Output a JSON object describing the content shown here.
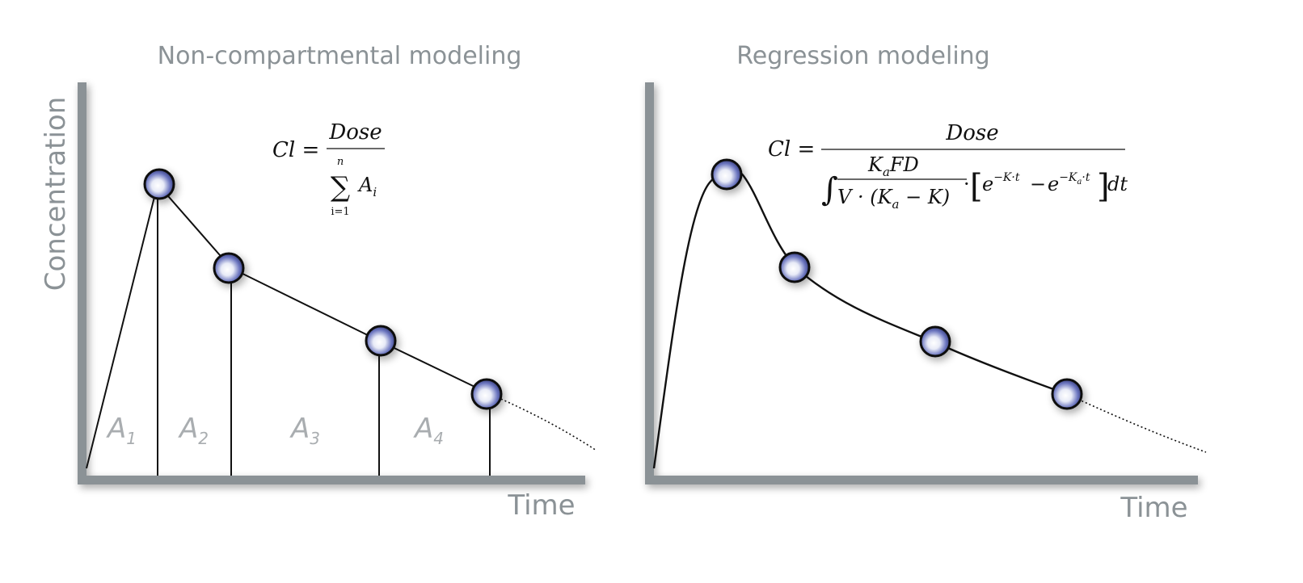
{
  "panels": [
    {
      "title": "Non-compartmental modeling",
      "y_axis_label": "Concentration",
      "x_axis_label": "Time",
      "area_labels": [
        {
          "letter": "A",
          "sub": "1"
        },
        {
          "letter": "A",
          "sub": "2"
        },
        {
          "letter": "A",
          "sub": "3"
        },
        {
          "letter": "A",
          "sub": "4"
        }
      ],
      "formula": {
        "lhs": "Cl =",
        "numerator": "Dose",
        "sum_symbol": "∑",
        "sum_upper": "n",
        "sum_lower": "i=1",
        "term": "A",
        "term_sub": "i"
      }
    },
    {
      "title": "Regression modeling",
      "y_axis_label": "",
      "x_axis_label": "Time",
      "formula": {
        "lhs": "Cl =",
        "numerator": "Dose",
        "integral": "∫",
        "frac_num": "K",
        "frac_num_sub": "a",
        "frac_num_rest": "FD",
        "frac_den_a": "V · (K",
        "frac_den_sub": "a",
        "frac_den_b": " − K)",
        "dot": "·",
        "bracket_open": "[",
        "bracket_close": "]",
        "exp1_base": "e",
        "exp1_power": "−K·t",
        "minus": "−",
        "exp2_base": "e",
        "exp2_power": "−K",
        "exp2_power_sub": "a",
        "exp2_power_rest": "·t",
        "dt": "dt"
      }
    }
  ],
  "colors": {
    "axis": "#8b9296",
    "line": "#111111",
    "marker_core": "#ffffff",
    "marker_edge": "#2b3170",
    "marker_mid": "#6d77c0",
    "label": "#8b9296"
  }
}
